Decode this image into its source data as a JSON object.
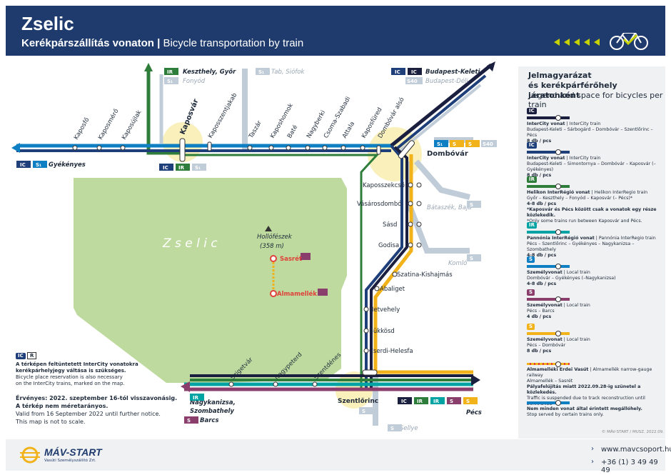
{
  "header": {
    "title": "Zselic",
    "subtitle_hu": "Kerékpárszállítás vonaton",
    "separator": "|",
    "subtitle_en": "Bicycle transportation by train"
  },
  "colors": {
    "navy": "#1f3b6e",
    "ic": "#1e3f7a",
    "ic_dark": "#1b1f3f",
    "ir": "#2e7d3a",
    "pir": "#00a3a3",
    "s_local": "#0f7fc4",
    "s_rose": "#8a3e6b",
    "s_yellow": "#f1b21a",
    "gray": "#b8c3cf",
    "forest": "#a8cd7d"
  },
  "map": {
    "region_label": "Z s e l i c",
    "peak_name": "Hollófészek",
    "peak_elev": "(358 m)",
    "narrow_gauge": {
      "top": "Sasrét",
      "bottom": "Almamellék"
    },
    "hubs": {
      "kaposvar": "Kaposvár",
      "dombovar": "Dombóvár",
      "szentlorinc": "Szentlőrinc"
    },
    "west_stations": [
      "Kaposfő",
      "Kaposmérő",
      "Kaposújlak"
    ],
    "east_stations": [
      "Kaposszentjakab",
      "Taszár",
      "Kaposhomok",
      "Baté",
      "Nagyberki",
      "Csoma-Szabadi",
      "Attala",
      "Kaposfüred",
      "Dombóvár alsó"
    ],
    "south_stations": [
      "Kaposszekcső",
      "Vásárosdombó",
      "Sásd",
      "Godisa",
      "Szatina-Kishajmás",
      "Abaliget",
      "Hetvehely",
      "Bükkösd",
      "Cserdi-Helesfa"
    ],
    "bottom_stations": [
      "Szigetvár",
      "Nagypeterd",
      "Szentdénes"
    ],
    "destinations": {
      "keszthely": "Keszthely, Győr",
      "fonyod": "Fonyód",
      "tab": "Tab, Siófok",
      "budapest_keleti": "Budapest-Keleti",
      "budapest_deli": "Budapest-Déli",
      "gyekenyes": "Gyékényes",
      "bataszek": "Bátaszék, Baja",
      "komlo": "Komló",
      "nagykanizsa": "Nagykanizsa,",
      "szombathely": "Szombathely",
      "barcs": "Barcs",
      "pecs": "Pécs",
      "sellye": "Sellye"
    },
    "badges": {
      "ic": "IC",
      "ir": "IR",
      "s1": "S₁",
      "s40": "S40",
      "s": "S"
    },
    "ic_note": {
      "bike_r": "R",
      "hu1": "A térképen feltüntetett InterCity vonatokra",
      "hu2": "kerékpárhelyjegy váltása is szükséges.",
      "en1": "Bicycle place reservation is also necessary",
      "en2": "on the InterCity trains, marked on the map."
    },
    "validity": {
      "hu1": "Érvényes: 2022. szeptember 16-tól visszavonásig.",
      "hu2": "A térkép nem méretarányos.",
      "en1": "Valid from 16 September 2022 until further notice.",
      "en2": "This map is not to scale."
    }
  },
  "legend": {
    "title1": "Jelmagyarázat",
    "title2": "és kerékpárférőhely járatonként",
    "subtitle": "Legend and space for bicycles per train",
    "items": [
      {
        "name": "InterCity vonat",
        "name_en": "| InterCity train",
        "route": "Budapest-Keleti – Sárbogárd – Dombóvár – Szentlőrinc – Pécs",
        "cap": "8 db / pcs",
        "color": "#1b1f3f",
        "badge": "IC"
      },
      {
        "name": "InterCity vonat",
        "name_en": "| InterCity train",
        "route": "Budapest-Keleti – Simontornya – Dombóvár – Kaposvár (–Gyékényes)",
        "cap": "8 db / pcs",
        "color": "#1e3f7a",
        "badge": "IC"
      },
      {
        "name": "Helikon InterRégió vonat",
        "name_en": "| Helikon InterRegio train",
        "route": "Győr – Keszthely – Fonyód – Kaposvár (– Pécs)*",
        "cap": "4-8 db / pcs",
        "note1": "*Kaposvár és Pécs között csak a vonatok egy része közlekedik.",
        "note2": "*Only some trains run between Kaposvár and Pécs.",
        "color": "#2e7d3a",
        "badge": "IR"
      },
      {
        "name": "Pannónia InterRégió vonat",
        "name_en": "| Pannónia InterRegio train",
        "route": "Pécs – Szentlőrinc – Gyékényes – Nagykanizsa – Szombathely",
        "cap": "4-8 db / pcs",
        "color": "#00a3a3",
        "badge": "IR"
      },
      {
        "name": "Személyvonat",
        "name_en": "| Local train",
        "route": "Dombóvár – Gyékényes (–Nagykanizsa)",
        "cap": "4-8 db / pcs",
        "color": "#0f7fc4",
        "badge": "S"
      },
      {
        "name": "Személyvonat",
        "name_en": "| Local train",
        "route": "Pécs – Barcs",
        "cap": "4 db / pcs",
        "color": "#8a3e6b",
        "badge": "S"
      },
      {
        "name": "Személyvonat",
        "name_en": "| Local train",
        "route": "Pécs – Dombóvár",
        "cap": "8 db / pcs",
        "color": "#f1b21a",
        "badge": "S"
      },
      {
        "name": "Almamelléki Erdei Vasút",
        "name_en": "| Almamellék narrow-gauge railway",
        "route": "Almamellék – Sasrét",
        "cap": "Pályafelújítás miatt 2022.09.28-ig szünetel a közlekedés.",
        "note1": "Traffic is suspended due to track reconstruction until 28.09.2022",
        "color": "#e0413a",
        "badge": ""
      },
      {
        "name": "Nem minden vonat által érintett megállóhely.",
        "name_en": "",
        "route": "Stop served by certain trains only.",
        "cap": "",
        "color": "#0f7fc4",
        "badge": ""
      }
    ],
    "copyright": "© MÁV-START / MUSZ. 2022.09."
  },
  "footer": {
    "logo": "MÁV-START",
    "logo_sub": "Vasúti Személyszállító Zrt.",
    "website": "www.mavcsoport.hu",
    "phone": "+36 (1) 3 49 49 49"
  }
}
